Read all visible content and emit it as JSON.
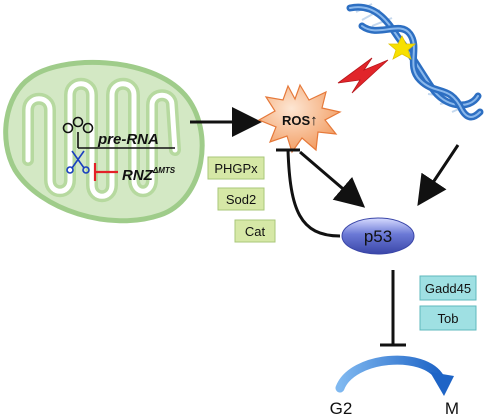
{
  "mitochondrion": {
    "pre_rna_label": "pre-RNA",
    "rnz_label": "RNZ",
    "rnz_superscript": "ΔMTS"
  },
  "ros": {
    "label": "ROS",
    "arrow_glyph": "↑"
  },
  "p53": {
    "label": "p53"
  },
  "antioxidants": [
    "PHGPx",
    "Sod2",
    "Cat"
  ],
  "p53_targets": [
    "Gadd45",
    "Tob"
  ],
  "cell_cycle": {
    "from": "G2",
    "to": "M"
  },
  "colors": {
    "mito_fill": "#c9e3b8",
    "mito_stroke": "#9fcc8a",
    "ros_fill": "#f4a46a",
    "p53_fill": "#5a68c8",
    "antioxidant_box": "#d6e8a6",
    "target_box": "#9fe0e3",
    "cell_cycle_arrow": "#2f7ad4",
    "inhibitor_red": "#e32028",
    "lightning": "#e1252a",
    "dna_blue": "#2d6fc2",
    "dna_star": "#f7e000"
  }
}
